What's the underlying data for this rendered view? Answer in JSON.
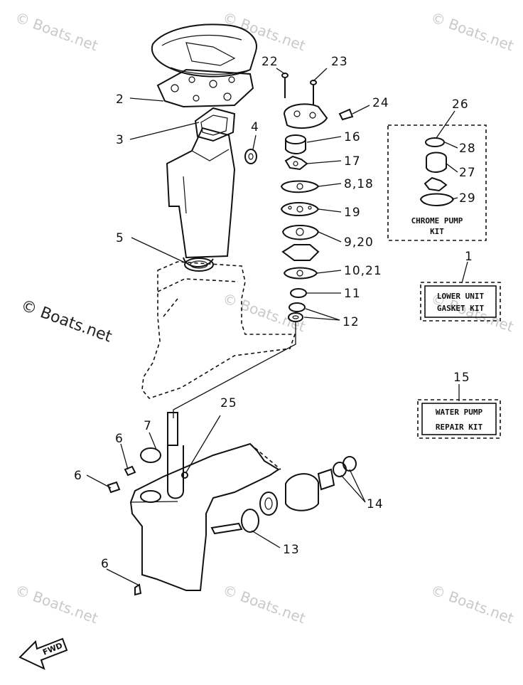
{
  "watermarks": {
    "small": "© Boats.net",
    "big": "© Boats.net"
  },
  "callouts": {
    "c1": "1",
    "c2": "2",
    "c3": "3",
    "c4": "4",
    "c5": "5",
    "c6a": "6",
    "c6b": "6",
    "c6c": "6",
    "c7": "7",
    "c8_18": "8,18",
    "c9_20": "9,20",
    "c10_21": "10,21",
    "c11": "11",
    "c12": "12",
    "c13": "13",
    "c14": "14",
    "c15": "15",
    "c16": "16",
    "c17": "17",
    "c19": "19",
    "c22": "22",
    "c23": "23",
    "c24": "24",
    "c25": "25",
    "c26": "26",
    "c27": "27",
    "c28": "28",
    "c29": "29"
  },
  "kits": {
    "chrome_pump": {
      "line1": "CHROME PUMP",
      "line2": "KIT"
    },
    "lower_unit": {
      "line1": "LOWER UNIT",
      "line2": "GASKET KIT"
    },
    "water_pump": {
      "line1": "WATER PUMP",
      "line2": "REPAIR KIT"
    }
  },
  "fwd_label": "FWD"
}
